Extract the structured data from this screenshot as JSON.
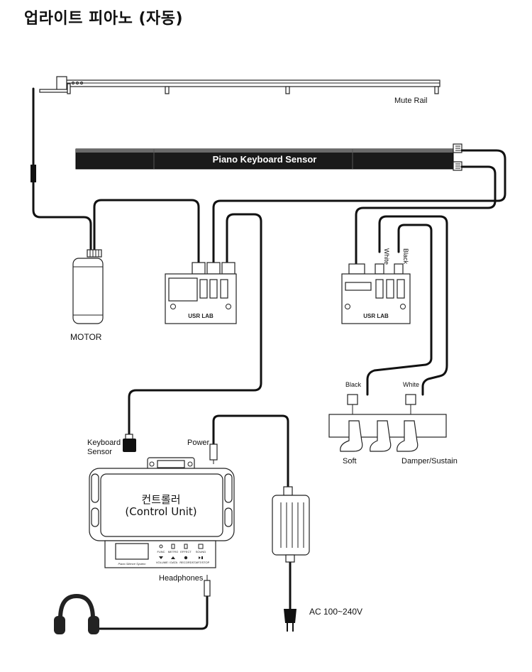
{
  "title": "업라이트 피아노 (자동)",
  "labels": {
    "mute_rail": "Mute Rail",
    "keyboard_sensor_bar": "Piano Keyboard Sensor",
    "motor": "MOTOR",
    "white_cable_1": "White",
    "black_cable_1": "Black",
    "black_pedal_cable": "Black",
    "white_pedal_cable": "White",
    "soft_pedal": "Soft",
    "damper_pedal": "Damper/Sustain",
    "keyboard_sensor_line1": "Keyboard",
    "keyboard_sensor_line2": "Sensor",
    "power": "Power",
    "controller_korean": "컨트롤러",
    "controller_english": "(Control Unit)",
    "headphones": "Headphones",
    "ac_power": "AC 100~240V",
    "board_logo_left": "USR LAB",
    "board_logo_right": "USR LAB"
  },
  "control_panel": {
    "buttons_top": [
      "FUNC",
      "METRO",
      "EFFECT",
      "SOUND"
    ],
    "buttons_bottom": [
      "VOLUME / DATA",
      "RECORD",
      "START/STOP"
    ],
    "brand": "Piano Silence System"
  }
}
